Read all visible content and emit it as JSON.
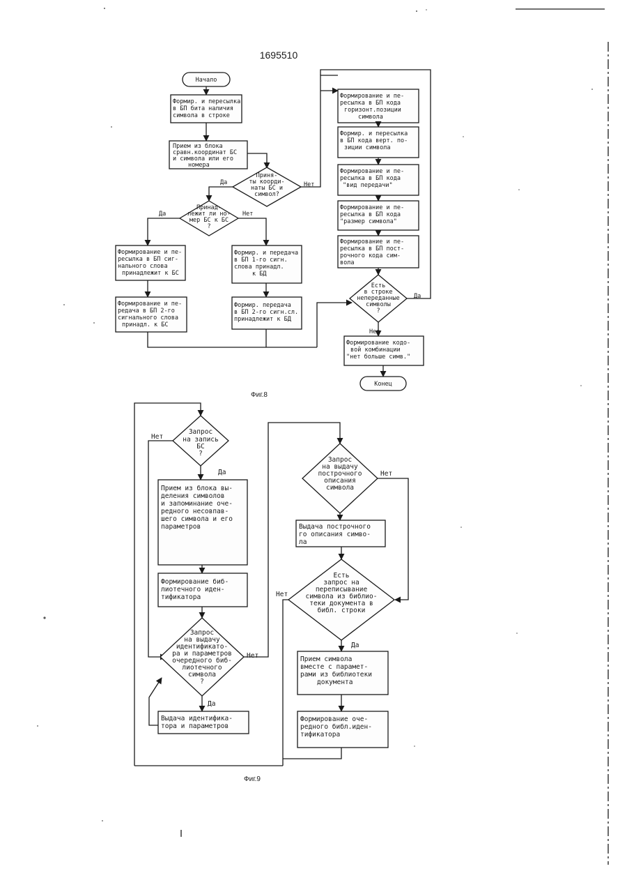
{
  "document": {
    "patent_number": "1695510",
    "fig8_caption": "Фиг.8",
    "fig9_caption": "Фиг.9"
  },
  "fig8": {
    "start": "Начало",
    "end": "Конец",
    "b1": [
      "Формир. и пересылка",
      "в БП бита наличия",
      "символа в строке"
    ],
    "b2": [
      "Прием из блока",
      "сравн.координат БС",
      "и символа или его",
      "номера"
    ],
    "d1": [
      "Приня-",
      "ты коорди-",
      "наты БС и",
      "символ?"
    ],
    "d2": [
      "Принад-",
      "лежит ли но-",
      "мер БС к БС",
      "?"
    ],
    "b3": [
      "Формирование и пе-",
      "ресылка в БП сиг-",
      "нального слова",
      "принадлежит к БС"
    ],
    "b4": [
      "Формирование и пе-",
      "редача в БП 2-го",
      "сигнального слова",
      "принадл. к БС"
    ],
    "b5": [
      "Формир. и передача",
      "в БП 1-го сигн.",
      "слова принадл.",
      "к БД"
    ],
    "b6": [
      "Формир. передача",
      "в БП 2-го сигн.сл.",
      "принадлежит к БД"
    ],
    "r1": [
      "Формирование и пе-",
      "ресылка в БП кода",
      "горизонт.позиции",
      "символа"
    ],
    "r2": [
      "Формир. и пересылка",
      "в БП кода верт. по-",
      "зиции символа"
    ],
    "r3": [
      "Формирование и пе-",
      "ресылка в БП кода",
      "\"вид передачи\""
    ],
    "r4": [
      "Формирование и пе-",
      "ресылка в БП кода",
      "\"размер символа\""
    ],
    "r5": [
      "Формирование и пе-",
      "ресылка в БП пост-",
      "рочного кода сим-",
      "вола"
    ],
    "d3": [
      "Есть",
      "в строке",
      "непереданные",
      "символы",
      "?"
    ],
    "r6": [
      "Формирование кодо-",
      "вой комбинации",
      "\"нет больше симв.\""
    ],
    "yes": "Да",
    "no": "Нет"
  },
  "fig9": {
    "d1": [
      "Запрос",
      "на запись",
      "БС",
      "?"
    ],
    "b1": [
      "Прием из блока вы-",
      "деления символов",
      "и запоминание оче-",
      "редного несовпав-",
      "шего символа и его",
      "параметров"
    ],
    "b2": [
      "Формирование биб-",
      "лиотечного иден-",
      "тификатора"
    ],
    "d2": [
      "Запрос",
      "на выдачу",
      "идентификато-",
      "ра и параметров",
      "очередного биб-",
      "лиотечного",
      "символа",
      "?"
    ],
    "b3": [
      "Выдача идентифика-",
      "тора и параметров"
    ],
    "d3": [
      "Запрос",
      "на выдачу",
      "построчного",
      "описания",
      "символа"
    ],
    "b4": [
      "Выдача построчного",
      "го описания симво-",
      "ла"
    ],
    "d4": [
      "Есть",
      "запрос на",
      "переписывание",
      "символа из библио-",
      "теки документа в",
      "библ. строки"
    ],
    "b5": [
      "Прием символа",
      "вместе с парамет-",
      "рами из библиотеки",
      "документа"
    ],
    "b6": [
      "Формирование оче-",
      "редного библ.иден-",
      "тификатора"
    ],
    "yes": "Да",
    "no": "Нет"
  }
}
